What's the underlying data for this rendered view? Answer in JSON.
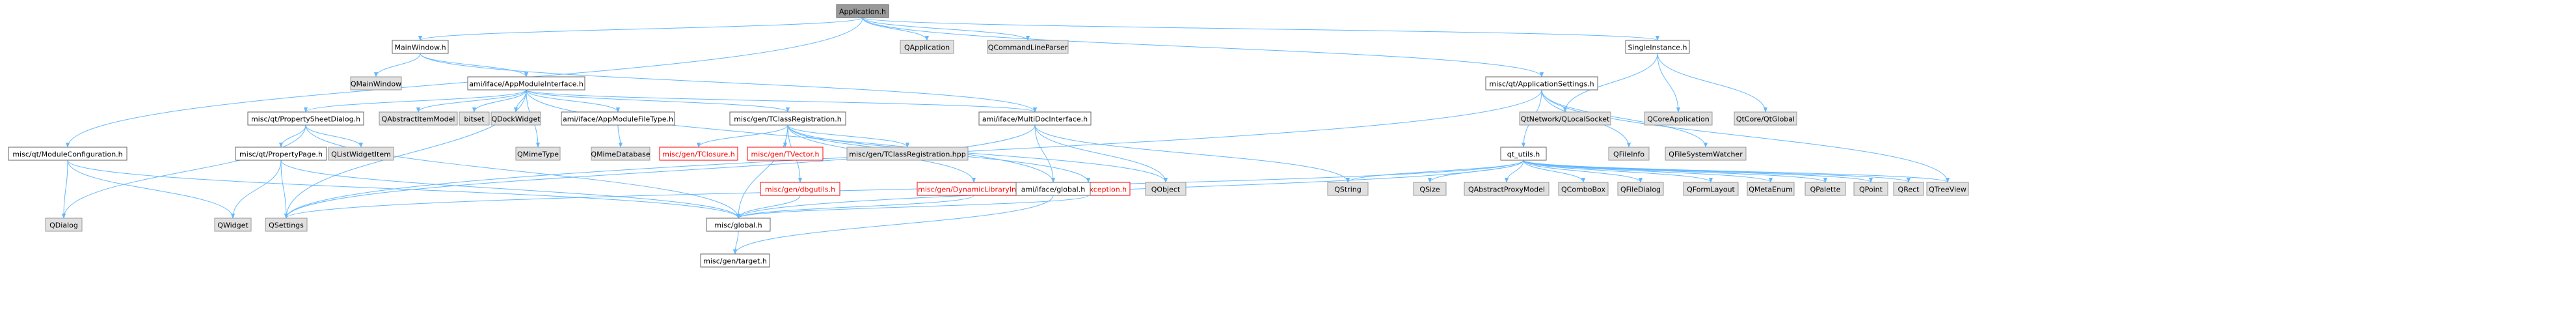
{
  "colors": {
    "edge": "#63b8ff",
    "arrow": "#63b8ff",
    "root_fill": "#999999",
    "root_stroke": "#666666",
    "doc_fill": "#ffffff",
    "doc_stroke": "#666666",
    "doc_text": "#000000",
    "ext_fill": "#e0e0e0",
    "ext_stroke": "#999999",
    "ext_text": "#000000",
    "red_text": "#ff0000",
    "red_stroke": "#ff0000"
  },
  "nodes": [
    {
      "id": "application_h",
      "label": "Application.h",
      "kind": "root"
    },
    {
      "id": "mainwindow_h",
      "label": "MainWindow.h",
      "kind": "doc"
    },
    {
      "id": "qapplication",
      "label": "QApplication",
      "kind": "ext"
    },
    {
      "id": "qcommandlineparser",
      "label": "QCommandLineParser",
      "kind": "ext"
    },
    {
      "id": "singleinstance_h",
      "label": "SingleInstance.h",
      "kind": "doc"
    },
    {
      "id": "qmainwindow",
      "label": "QMainWindow",
      "kind": "ext"
    },
    {
      "id": "appmoduleinterface_h",
      "label": "ami/iface/AppModuleInterface.h",
      "kind": "doc"
    },
    {
      "id": "applicationsettings_h",
      "label": "misc/qt/ApplicationSettings.h",
      "kind": "doc"
    },
    {
      "id": "qnetwork_qlocalsocket",
      "label": "QtNetwork/QLocalSocket",
      "kind": "ext"
    },
    {
      "id": "qcoreapplication",
      "label": "QCoreApplication",
      "kind": "ext"
    },
    {
      "id": "qtcore_qtglobal",
      "label": "QtCore/QtGlobal",
      "kind": "ext"
    },
    {
      "id": "propertysheetdialog_h",
      "label": "misc/qt/PropertySheetDialog.h",
      "kind": "doc"
    },
    {
      "id": "qabstractitemmodel",
      "label": "QAbstractItemModel",
      "kind": "ext"
    },
    {
      "id": "bitset",
      "label": "bitset",
      "kind": "ext"
    },
    {
      "id": "qdockwidget",
      "label": "QDockWidget",
      "kind": "ext"
    },
    {
      "id": "appmodulefiletype_h",
      "label": "ami/iface/AppModuleFileType.h",
      "kind": "doc"
    },
    {
      "id": "tclassregistration_h",
      "label": "misc/gen/TClassRegistration.h",
      "kind": "doc"
    },
    {
      "id": "multidocinterface_h",
      "label": "ami/iface/MultiDocInterface.h",
      "kind": "doc"
    },
    {
      "id": "qt_utils_h",
      "label": "qt_utils.h",
      "kind": "doc"
    },
    {
      "id": "qfileinfo",
      "label": "QFileInfo",
      "kind": "ext"
    },
    {
      "id": "qfilesystemwatcher",
      "label": "QFileSystemWatcher",
      "kind": "ext"
    },
    {
      "id": "moduleconfiguration_h",
      "label": "misc/qt/ModuleConfiguration.h",
      "kind": "doc"
    },
    {
      "id": "qlistwidgetitem",
      "label": "QListWidgetItem",
      "kind": "ext"
    },
    {
      "id": "propertypage_h",
      "label": "misc/qt/PropertyPage.h",
      "kind": "doc"
    },
    {
      "id": "qmimetype",
      "label": "QMimeType",
      "kind": "ext"
    },
    {
      "id": "qmimedatabase",
      "label": "QMimeDatabase",
      "kind": "ext"
    },
    {
      "id": "tclosure_h",
      "label": "misc/gen/TClosure.h",
      "kind": "red"
    },
    {
      "id": "tvector_h",
      "label": "misc/gen/TVector.h",
      "kind": "red"
    },
    {
      "id": "tclassregistration_hpp",
      "label": "misc/gen/TClassRegistration.hpp",
      "kind": "ext"
    },
    {
      "id": "dbgutils_h",
      "label": "misc/gen/dbgutils.h",
      "kind": "red"
    },
    {
      "id": "dynamiclibraryinfo_h",
      "label": "misc/gen/DynamicLibraryInfo.h",
      "kind": "red"
    },
    {
      "id": "exception_h",
      "label": "misc/gen/Exception.h",
      "kind": "red"
    },
    {
      "id": "qobject",
      "label": "QObject",
      "kind": "ext"
    },
    {
      "id": "ami_global_h",
      "label": "ami/iface/global.h",
      "kind": "doc"
    },
    {
      "id": "qstring",
      "label": "QString",
      "kind": "ext"
    },
    {
      "id": "qsize",
      "label": "QSize",
      "kind": "ext"
    },
    {
      "id": "qabstractproxymodel",
      "label": "QAbstractProxyModel",
      "kind": "ext"
    },
    {
      "id": "qcombobox",
      "label": "QComboBox",
      "kind": "ext"
    },
    {
      "id": "qfiledialog",
      "label": "QFileDialog",
      "kind": "ext"
    },
    {
      "id": "qformlayout",
      "label": "QFormLayout",
      "kind": "ext"
    },
    {
      "id": "qmetaenum",
      "label": "QMetaEnum",
      "kind": "ext"
    },
    {
      "id": "qpalette",
      "label": "QPalette",
      "kind": "ext"
    },
    {
      "id": "qpoint",
      "label": "QPoint",
      "kind": "ext"
    },
    {
      "id": "qrect",
      "label": "QRect",
      "kind": "ext"
    },
    {
      "id": "qtreeview",
      "label": "QTreeView",
      "kind": "ext"
    },
    {
      "id": "qdialog",
      "label": "QDialog",
      "kind": "ext"
    },
    {
      "id": "qwidget",
      "label": "QWidget",
      "kind": "ext"
    },
    {
      "id": "qsettings",
      "label": "QSettings",
      "kind": "ext"
    },
    {
      "id": "misc_global_h",
      "label": "misc/global.h",
      "kind": "doc"
    },
    {
      "id": "target_h",
      "label": "misc/gen/target.h",
      "kind": "doc"
    }
  ],
  "edges": [
    [
      "application_h",
      "mainwindow_h"
    ],
    [
      "application_h",
      "qapplication"
    ],
    [
      "application_h",
      "qcommandlineparser"
    ],
    [
      "application_h",
      "singleinstance_h"
    ],
    [
      "application_h",
      "applicationsettings_h"
    ],
    [
      "application_h",
      "moduleconfiguration_h"
    ],
    [
      "mainwindow_h",
      "qmainwindow"
    ],
    [
      "mainwindow_h",
      "appmoduleinterface_h"
    ],
    [
      "mainwindow_h",
      "multidocinterface_h"
    ],
    [
      "singleinstance_h",
      "qnetwork_qlocalsocket"
    ],
    [
      "singleinstance_h",
      "qcoreapplication"
    ],
    [
      "singleinstance_h",
      "qtcore_qtglobal"
    ],
    [
      "appmoduleinterface_h",
      "propertysheetdialog_h"
    ],
    [
      "appmoduleinterface_h",
      "qabstractitemmodel"
    ],
    [
      "appmoduleinterface_h",
      "bitset"
    ],
    [
      "appmoduleinterface_h",
      "qdockwidget"
    ],
    [
      "appmoduleinterface_h",
      "appmodulefiletype_h"
    ],
    [
      "appmoduleinterface_h",
      "tclassregistration_h"
    ],
    [
      "appmoduleinterface_h",
      "multidocinterface_h"
    ],
    [
      "appmoduleinterface_h",
      "qsettings"
    ],
    [
      "appmoduleinterface_h",
      "qmimetype"
    ],
    [
      "appmoduleinterface_h",
      "ami_global_h"
    ],
    [
      "appmodulefiletype_h",
      "qmimedatabase"
    ],
    [
      "applicationsettings_h",
      "qt_utils_h"
    ],
    [
      "applicationsettings_h",
      "qfileinfo"
    ],
    [
      "applicationsettings_h",
      "qfilesystemwatcher"
    ],
    [
      "applicationsettings_h",
      "qsettings"
    ],
    [
      "applicationsettings_h",
      "qtreeview"
    ],
    [
      "propertysheetdialog_h",
      "qlistwidgetitem"
    ],
    [
      "propertysheetdialog_h",
      "propertypage_h"
    ],
    [
      "propertysheetdialog_h",
      "qdialog"
    ],
    [
      "propertysheetdialog_h",
      "misc_global_h"
    ],
    [
      "propertypage_h",
      "qwidget"
    ],
    [
      "propertypage_h",
      "qsettings"
    ],
    [
      "propertypage_h",
      "misc_global_h"
    ],
    [
      "moduleconfiguration_h",
      "qdialog"
    ],
    [
      "moduleconfiguration_h",
      "qwidget"
    ],
    [
      "moduleconfiguration_h",
      "misc_global_h"
    ],
    [
      "tclassregistration_h",
      "tclosure_h"
    ],
    [
      "tclassregistration_h",
      "tvector_h"
    ],
    [
      "tclassregistration_h",
      "tclassregistration_hpp"
    ],
    [
      "tclassregistration_h",
      "dbgutils_h"
    ],
    [
      "tclassregistration_h",
      "dynamiclibraryinfo_h"
    ],
    [
      "tclassregistration_h",
      "exception_h"
    ],
    [
      "tclassregistration_h",
      "qobject"
    ],
    [
      "tclassregistration_h",
      "misc_global_h"
    ],
    [
      "dbgutils_h",
      "misc_global_h"
    ],
    [
      "dynamiclibraryinfo_h",
      "misc_global_h"
    ],
    [
      "exception_h",
      "misc_global_h"
    ],
    [
      "multidocinterface_h",
      "qobject"
    ],
    [
      "multidocinterface_h",
      "qstring"
    ],
    [
      "multidocinterface_h",
      "ami_global_h"
    ],
    [
      "multidocinterface_h",
      "qsettings"
    ],
    [
      "ami_global_h",
      "target_h"
    ],
    [
      "misc_global_h",
      "target_h"
    ],
    [
      "qt_utils_h",
      "qstring"
    ],
    [
      "qt_utils_h",
      "qsize"
    ],
    [
      "qt_utils_h",
      "qabstractproxymodel"
    ],
    [
      "qt_utils_h",
      "qcombobox"
    ],
    [
      "qt_utils_h",
      "qfiledialog"
    ],
    [
      "qt_utils_h",
      "qformlayout"
    ],
    [
      "qt_utils_h",
      "qmetaenum"
    ],
    [
      "qt_utils_h",
      "qpalette"
    ],
    [
      "qt_utils_h",
      "qpoint"
    ],
    [
      "qt_utils_h",
      "qrect"
    ],
    [
      "qt_utils_h",
      "qtreeview"
    ],
    [
      "qt_utils_h",
      "qsettings"
    ],
    [
      "qt_utils_h",
      "misc_global_h"
    ]
  ]
}
